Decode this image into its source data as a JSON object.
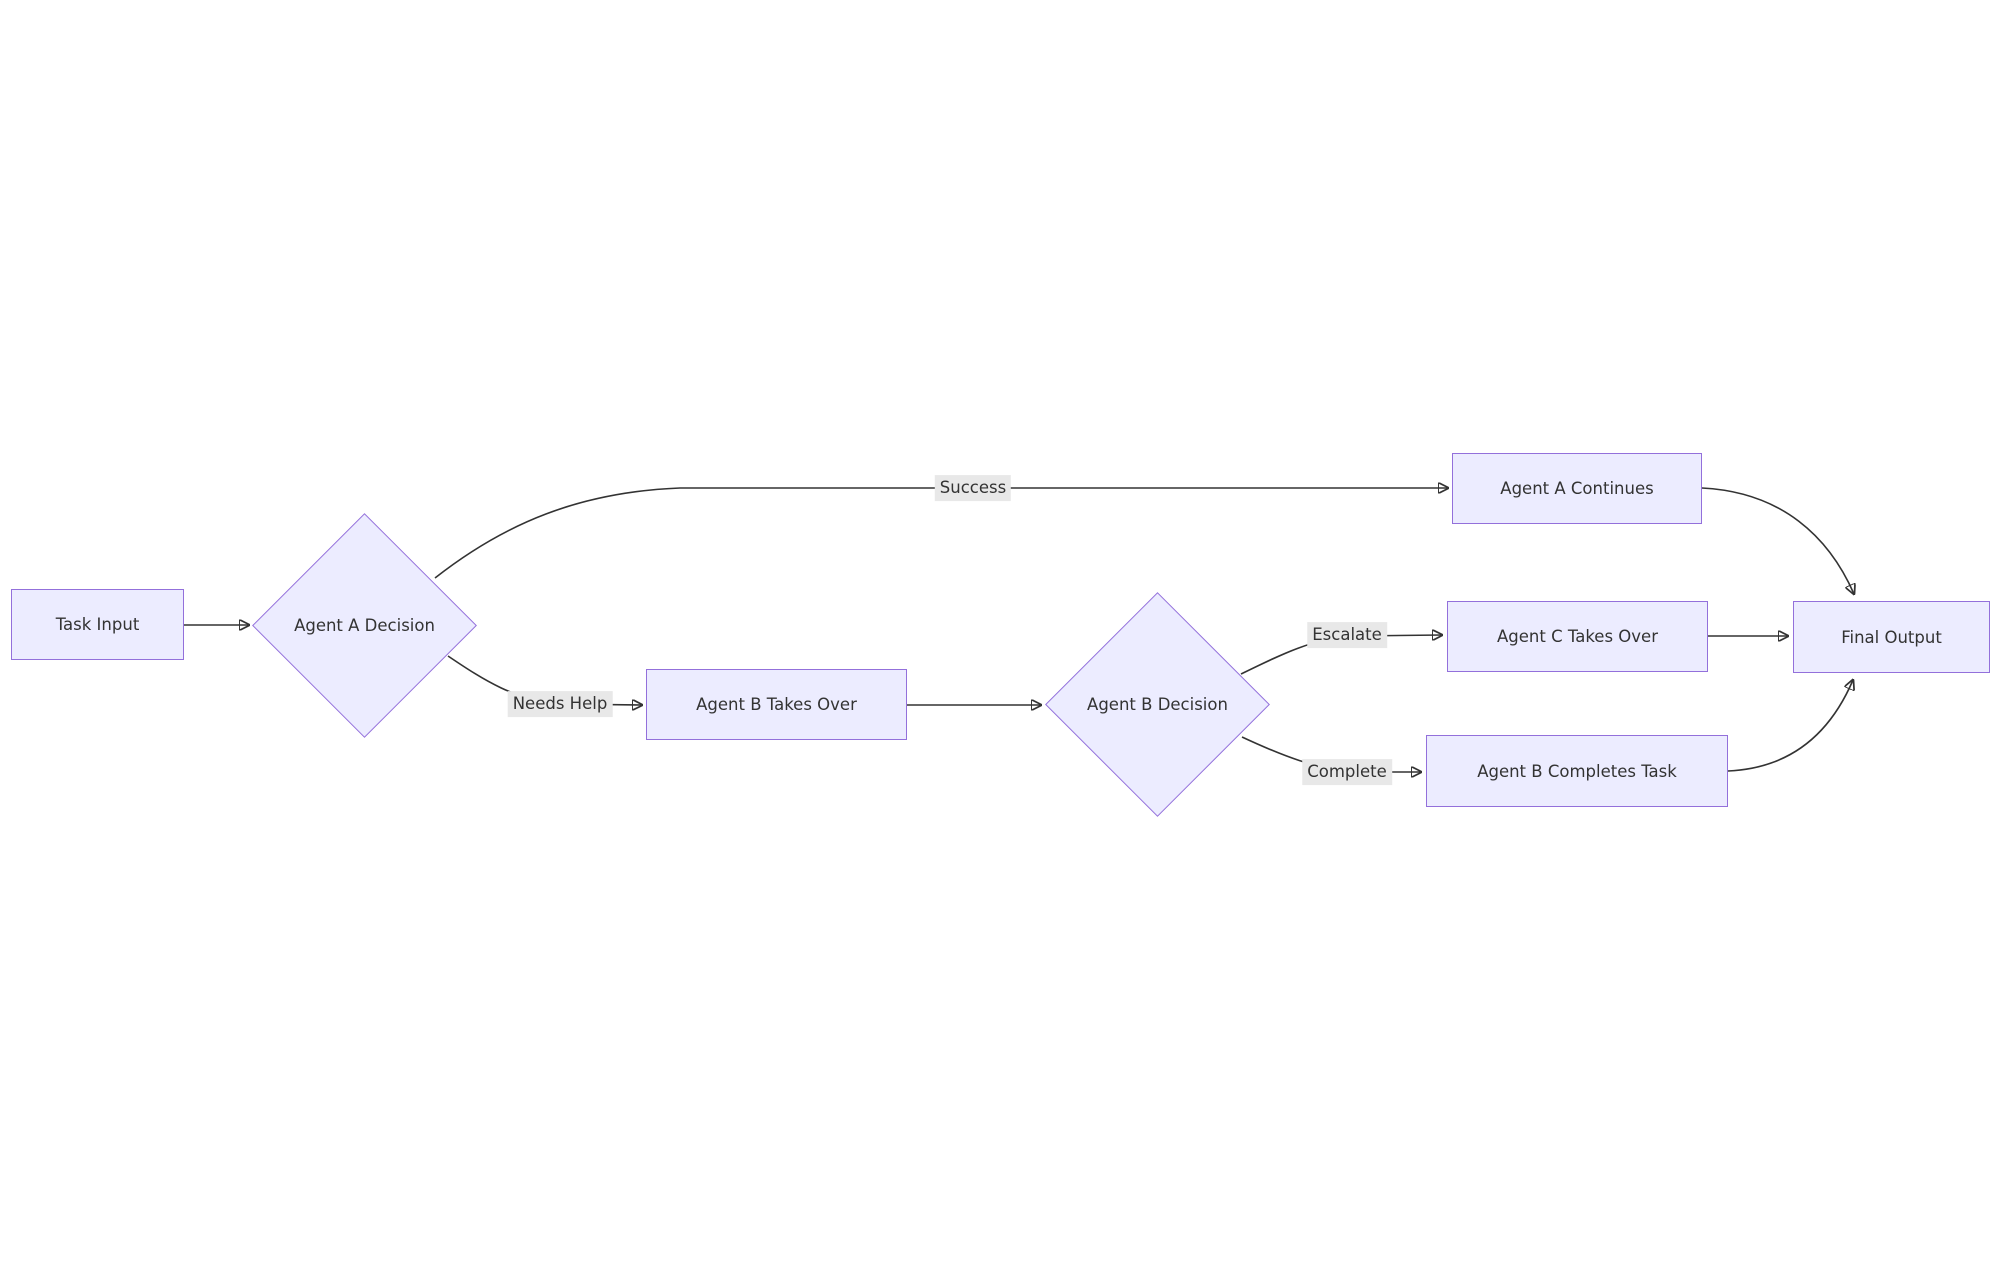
{
  "diagram": {
    "type": "flowchart",
    "direction": "left-to-right",
    "colors": {
      "node_fill": "#ECECFF",
      "node_border": "#9370DB",
      "edge_stroke": "#333333",
      "text": "#333333",
      "edge_label_bg": "#e8e8e8",
      "background": "#ffffff"
    },
    "nodes": [
      {
        "id": "task_input",
        "label": "Task Input",
        "shape": "rect"
      },
      {
        "id": "agent_a_decision",
        "label": "Agent A Decision",
        "shape": "diamond"
      },
      {
        "id": "agent_a_continues",
        "label": "Agent A Continues",
        "shape": "rect"
      },
      {
        "id": "agent_b_takes_over",
        "label": "Agent B Takes Over",
        "shape": "rect"
      },
      {
        "id": "agent_b_decision",
        "label": "Agent B Decision",
        "shape": "diamond"
      },
      {
        "id": "agent_c_takes_over",
        "label": "Agent C Takes Over",
        "shape": "rect"
      },
      {
        "id": "agent_b_completes_task",
        "label": "Agent B Completes Task",
        "shape": "rect"
      },
      {
        "id": "final_output",
        "label": "Final Output",
        "shape": "rect"
      }
    ],
    "edges": [
      {
        "from": "task_input",
        "to": "agent_a_decision",
        "label": ""
      },
      {
        "from": "agent_a_decision",
        "to": "agent_a_continues",
        "label": "Success"
      },
      {
        "from": "agent_a_decision",
        "to": "agent_b_takes_over",
        "label": "Needs Help"
      },
      {
        "from": "agent_b_takes_over",
        "to": "agent_b_decision",
        "label": ""
      },
      {
        "from": "agent_b_decision",
        "to": "agent_c_takes_over",
        "label": "Escalate"
      },
      {
        "from": "agent_b_decision",
        "to": "agent_b_completes_task",
        "label": "Complete"
      },
      {
        "from": "agent_a_continues",
        "to": "final_output",
        "label": ""
      },
      {
        "from": "agent_c_takes_over",
        "to": "final_output",
        "label": ""
      },
      {
        "from": "agent_b_completes_task",
        "to": "final_output",
        "label": ""
      }
    ]
  }
}
